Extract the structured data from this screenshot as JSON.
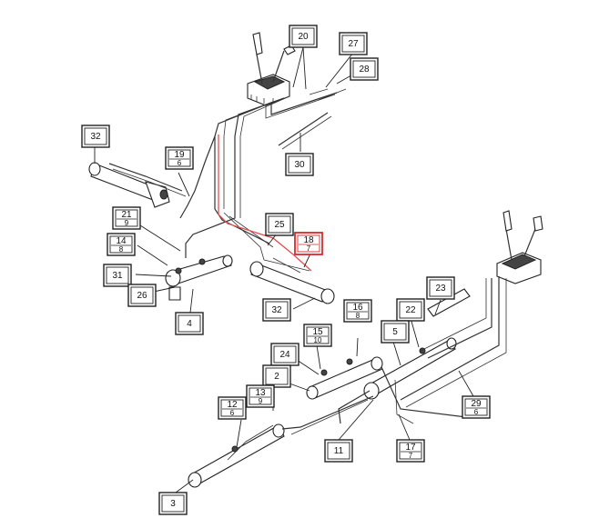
{
  "callouts": [
    {
      "id": "20",
      "sub": ""
    },
    {
      "id": "27",
      "sub": ""
    },
    {
      "id": "28",
      "sub": ""
    },
    {
      "id": "32",
      "sub": ""
    },
    {
      "id": "19",
      "sub": "6"
    },
    {
      "id": "30",
      "sub": ""
    },
    {
      "id": "21",
      "sub": "9"
    },
    {
      "id": "25",
      "sub": ""
    },
    {
      "id": "18",
      "sub": "7"
    },
    {
      "id": "14",
      "sub": "8"
    },
    {
      "id": "31",
      "sub": ""
    },
    {
      "id": "26",
      "sub": ""
    },
    {
      "id": "4",
      "sub": ""
    },
    {
      "id": "32",
      "sub": ""
    },
    {
      "id": "23",
      "sub": ""
    },
    {
      "id": "16",
      "sub": "8"
    },
    {
      "id": "22",
      "sub": ""
    },
    {
      "id": "5",
      "sub": ""
    },
    {
      "id": "15",
      "sub": "10"
    },
    {
      "id": "24",
      "sub": ""
    },
    {
      "id": "2",
      "sub": ""
    },
    {
      "id": "13",
      "sub": "9"
    },
    {
      "id": "12",
      "sub": "6"
    },
    {
      "id": "29",
      "sub": "6"
    },
    {
      "id": "11",
      "sub": ""
    },
    {
      "id": "17",
      "sub": "7"
    },
    {
      "id": "3",
      "sub": ""
    }
  ],
  "highlight_color": "#d8282c"
}
